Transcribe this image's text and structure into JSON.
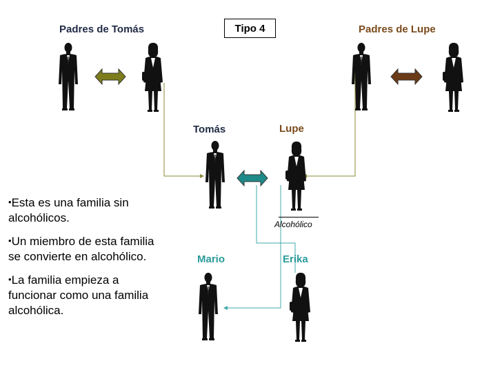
{
  "title": "Tipo 4",
  "labels": {
    "padres_tomas": "Padres de Tomás",
    "padres_lupe": "Padres de Lupe",
    "tomas": "Tomás",
    "lupe": "Lupe",
    "mario": "Mario",
    "erika": "Erika",
    "alcoholico": "Alcohólico"
  },
  "bullets": [
    "Esta es una familia sin alcohólicos.",
    "Un miembro de esta familia se convierte en alcohólico.",
    "La familia empieza a funcionar como una familia alcohólica."
  ],
  "colors": {
    "padres_tomas_text": "#1f2a44",
    "padres_lupe_text": "#7a4a1c",
    "lupe_text": "#7a4a1c",
    "children_text": "#2a9a9a",
    "arrow_olive": "#7d7d1e",
    "arrow_brown": "#6b3a16",
    "arrow_teal": "#1f8a8a",
    "connector_olive": "#8a8a3a",
    "connector_teal": "#40a8a8"
  }
}
